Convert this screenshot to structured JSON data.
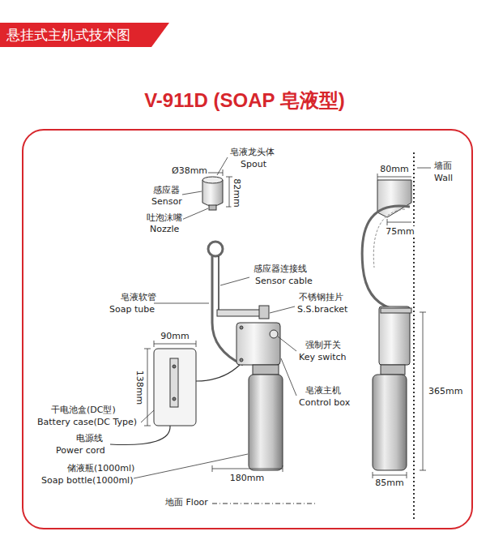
{
  "diagram": {
    "title": "V-911D (SOAP 皂液型)",
    "nodes": [
      {
        "text": [
          "悬挂式主机式技术图"
        ]
      }
    ],
    "labels": [
      "皂液龙头体",
      "Spout",
      "Ø38mm",
      "82mm",
      "感应器",
      "Sensor",
      "吐泡沫嘴",
      "Nozzle",
      "感应器连接线",
      "Sensor cable",
      "皂液软管",
      "Soap tube",
      "不锈钢挂片",
      "S.S.bracket",
      "90mm",
      "强制开关",
      "Key switch",
      "138mm",
      "皂液主机",
      "Control box",
      "干电池盒(DC型)",
      "Battery case(DC Type)",
      "电源线",
      "Power cord",
      "储液瓶(1000ml)",
      "Soap bottle(1000ml)",
      "180mm",
      "地面 Floor",
      "墙面",
      "Wall",
      "80mm",
      "75mm",
      "365mm",
      "85mm"
    ]
  }
}
